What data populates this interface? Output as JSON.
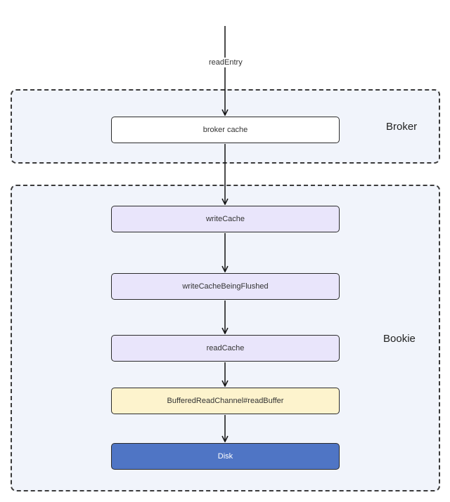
{
  "entry_label": "readEntry",
  "groups": {
    "broker": {
      "label": "Broker"
    },
    "bookie": {
      "label": "Bookie"
    }
  },
  "nodes": {
    "broker_cache": "broker cache",
    "write_cache": "writeCache",
    "write_cache_being_flushed": "writeCacheBeingFlushed",
    "read_cache": "readCache",
    "buffered_read_channel": "BufferedReadChannel#readBuffer",
    "disk": "Disk"
  },
  "colors": {
    "group_fill": "#f1f4fb",
    "node_white": "#ffffff",
    "node_violet": "#e9e5fb",
    "node_yellow": "#fdf3cd",
    "node_blue": "#4f75c5"
  }
}
